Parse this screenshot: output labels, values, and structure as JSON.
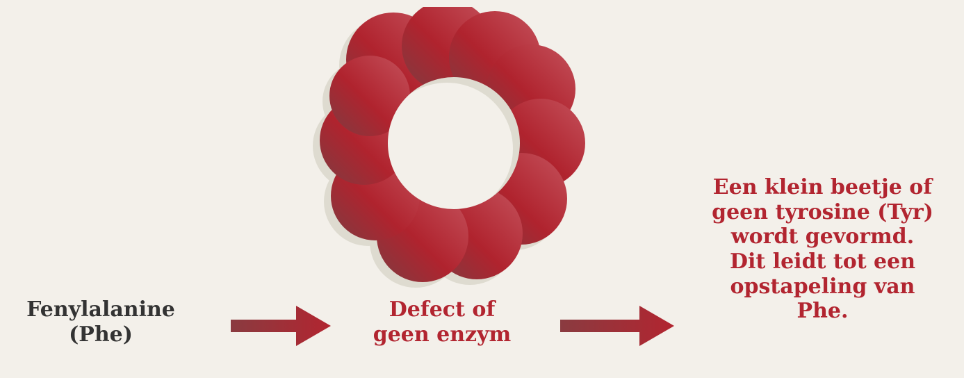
{
  "diagram": {
    "substrate_label": "Fenylalanine\n(Phe)",
    "enzyme_label": "Defect of\ngeen enzym",
    "outcome_label": "Een klein beetje of\ngeen tyrosine (Tyr)\nwordt gevormd.\nDit leidt tot een\nopstapeling van\nPhe.",
    "enzyme_icon": "defective-enzyme-ring",
    "arrow_icon": "right-arrow",
    "colors": {
      "background": "#f3f0ea",
      "text_dark": "#333333",
      "accent_red": "#b22530",
      "ring_light": "#c4525c",
      "ring_dark": "#8a3b40"
    }
  }
}
